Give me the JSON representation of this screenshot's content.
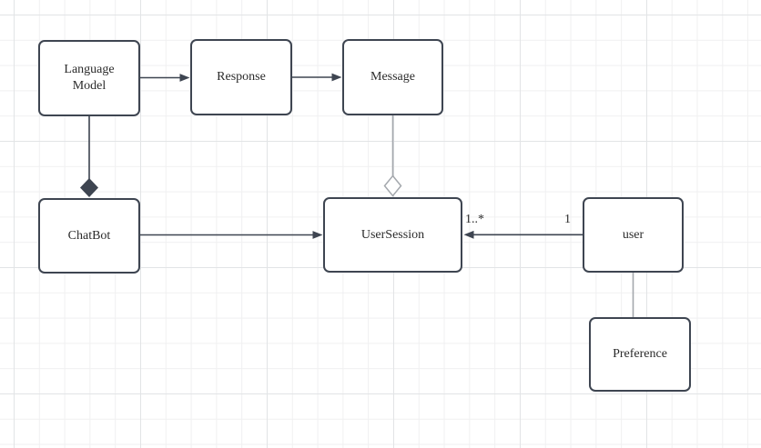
{
  "colors": {
    "canvas-bg": "#ffffff",
    "grid-minor": "#f0f0f1",
    "grid-major": "#e2e4e6",
    "stroke-dark": "#3e4551",
    "stroke-light": "#a4a8ad",
    "node-fill": "#ffffff",
    "text": "#2b2b2b"
  },
  "diagram": {
    "type": "uml-class-diagram",
    "nodes": [
      {
        "id": "language-model",
        "label": "Language Model"
      },
      {
        "id": "response",
        "label": "Response"
      },
      {
        "id": "message",
        "label": "Message"
      },
      {
        "id": "chatbot",
        "label": "ChatBot"
      },
      {
        "id": "usersession",
        "label": "UserSession"
      },
      {
        "id": "user",
        "label": "user"
      },
      {
        "id": "preference",
        "label": "Preference"
      }
    ],
    "edges": [
      {
        "from": "Language Model",
        "to": "Response",
        "type": "directed-arrow"
      },
      {
        "from": "Response",
        "to": "Message",
        "type": "directed-arrow"
      },
      {
        "from": "Language Model",
        "to": "ChatBot",
        "type": "composition",
        "marker": "filled-diamond"
      },
      {
        "from": "ChatBot",
        "to": "UserSession",
        "type": "directed-arrow"
      },
      {
        "from": "Message",
        "to": "UserSession",
        "type": "aggregation",
        "marker": "hollow-diamond"
      },
      {
        "from": "user",
        "to": "UserSession",
        "type": "directed-arrow",
        "source_label": "1",
        "target_label": "1..*"
      },
      {
        "from": "user",
        "to": "Preference",
        "type": "plain-line"
      }
    ]
  }
}
